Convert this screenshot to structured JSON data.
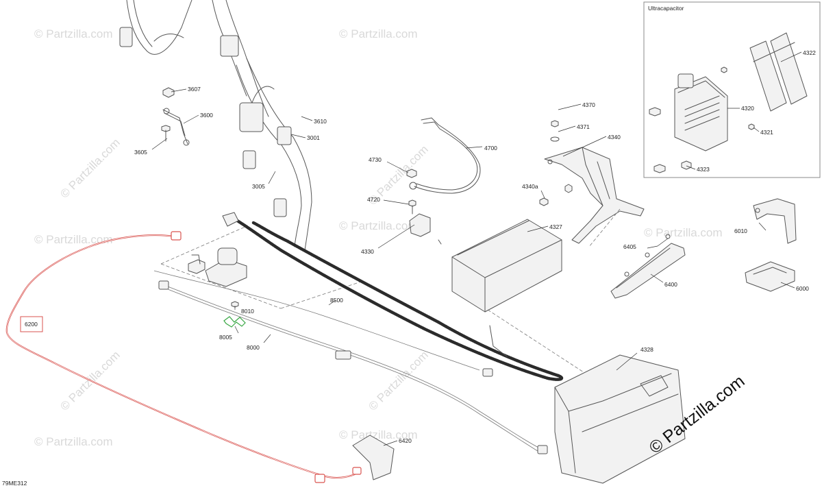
{
  "figure_code": "79ME312",
  "inset_title": "Ultracapacitor",
  "callouts": [
    "3607",
    "3600",
    "3605",
    "3610",
    "3001",
    "3005",
    "4730",
    "4720",
    "4700",
    "4330",
    "4370",
    "4371",
    "4340",
    "4340a",
    "4327",
    "4322",
    "4320",
    "4321",
    "4323",
    "6010",
    "6405",
    "6400",
    "6000",
    "6200",
    "8010",
    "8005",
    "8000",
    "8500",
    "4328",
    "6420"
  ],
  "watermark_text": "© Partzilla.com",
  "brand_logo_text": "© Partzilla.com",
  "colors": {
    "highlight_red": "#d9534f",
    "highlight_green": "#3aa845",
    "harness": "#2b2b2b",
    "line": "#555555"
  }
}
